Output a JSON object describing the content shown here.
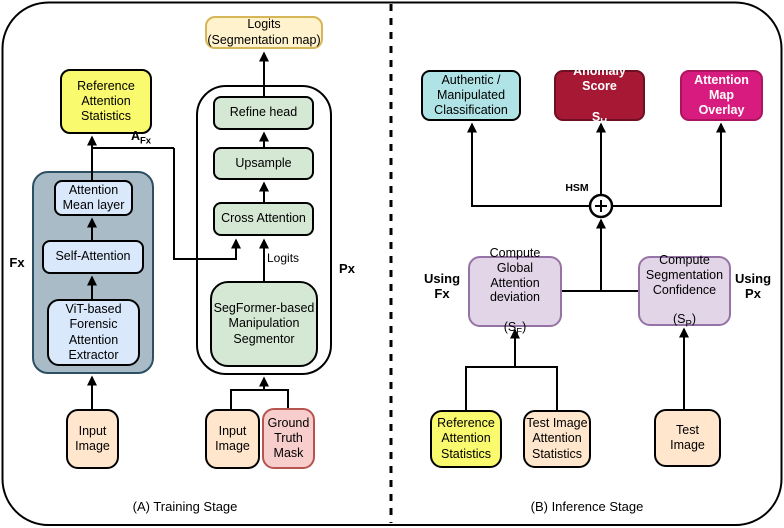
{
  "training": {
    "caption": "(A) Training Stage",
    "fx_label": "Fx",
    "px_label": "Px",
    "a_fx": {
      "main": "A",
      "sub": "Fx"
    },
    "logits_edge_label": "Logits",
    "reference_attention_stats": "Reference\nAttention\nStatistics",
    "logits_output": "Logits\n(Segmentation map)",
    "attention_mean_layer": "Attention\nMean layer",
    "self_attention": "Self-Attention",
    "vit_extractor": "ViT-based\nForensic\nAttention\nExtractor",
    "refine_head": "Refine head",
    "upsample": "Upsample",
    "cross_attention": "Cross Attention",
    "segformer": "SegFormer-based\nManipulation\nSegmentor",
    "input_image_fx": "Input\nImage",
    "input_image_px": "Input\nImage",
    "ground_truth_mask": "Ground\nTruth\nMask"
  },
  "inference": {
    "caption": "(B) Inference Stage",
    "authentic_classification": "Authentic /\nManipulated\nClassification",
    "anomaly_score": {
      "line1": "Anomaly Score",
      "symbol": "S",
      "sub": "H"
    },
    "attention_map_overlay": "Attention Map\nOverlay",
    "hsm_label": "HSM",
    "compute_global_attention": {
      "lines": "Compute Global\nAttention\ndeviation",
      "symbol_open": "(S",
      "symbol_sub": "F",
      "symbol_close": ")"
    },
    "compute_segmentation": {
      "lines": "Compute\nSegmentation\nConfidence",
      "symbol_open": "(S",
      "symbol_sub": "P",
      "symbol_close": ")"
    },
    "using_fx": "Using\nFx",
    "using_px": "Using\nPx",
    "reference_attention_stats": "Reference\nAttention\nStatistics",
    "test_image_attention_stats": "Test Image\nAttention\nStatistics",
    "test_image": "Test\nImage"
  },
  "colors": {
    "yellow": "#FAFA6E",
    "cream": "#FFF2CC",
    "cream_border": "#D6B656",
    "green": "#D5E8D4",
    "light_blue": "#DAE8FC",
    "steel": "#A8BBC6",
    "steel_border": "#2D4F63",
    "peach": "#FFE6CC",
    "mask_pink": "#F8CECC",
    "mask_border": "#B85450",
    "cyan": "#B0E3E6",
    "maroon": "#A71834",
    "magenta": "#D81C7F",
    "purple": "#E1D5E7",
    "purple_border": "#9673A6"
  }
}
